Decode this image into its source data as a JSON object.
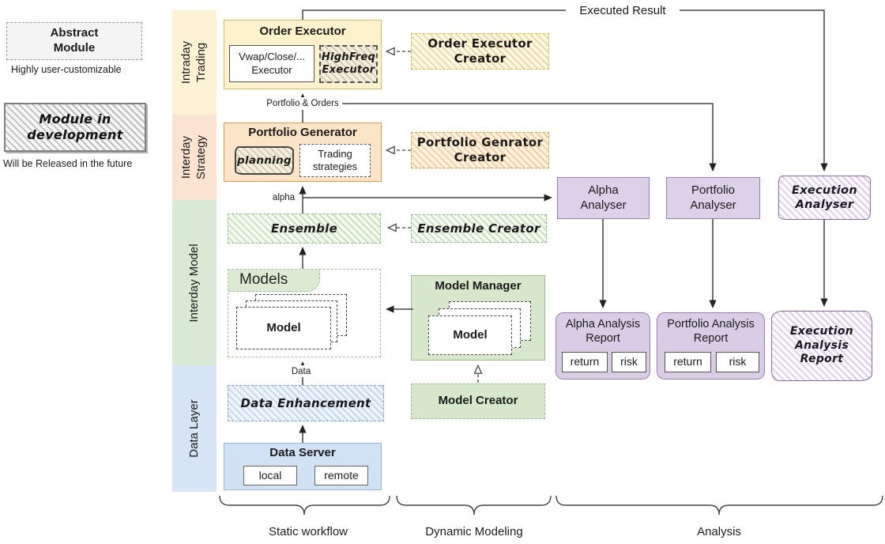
{
  "legend": {
    "abstract_title": "Abstract\nModule",
    "abstract_caption": "Highly user-customizable",
    "dev_title": "Module in\ndevelopment",
    "dev_caption": "Will be Released in the future"
  },
  "bands": {
    "intraday_trading": "Intraday\nTrading",
    "interday_strategy": "Interday\nStrategy",
    "interday_model": "Interday Model",
    "data_layer": "Data Layer"
  },
  "workflow": {
    "order_executor": {
      "title": "Order Executor",
      "vwap_executor": "Vwap/Close/...\nExecutor",
      "highfreq_executor": "HighFreq\nExecutor"
    },
    "order_executor_creator": "Order Executor\nCreator",
    "portfolio_generator": {
      "title": "Portfolio Generator",
      "planning": "planning",
      "trading_strategies": "Trading\nstrategies"
    },
    "portfolio_generator_creator": "Portfolio Genrator\nCreator",
    "ensemble": "Ensemble",
    "ensemble_creator": "Ensemble Creator",
    "models": {
      "tab": "Models",
      "model": "Model"
    },
    "model_manager": {
      "title": "Model Manager",
      "model": "Model"
    },
    "model_creator": "Model Creator",
    "data_enhancement": "Data Enhancement",
    "data_server": {
      "title": "Data Server",
      "local": "local",
      "remote": "remote"
    }
  },
  "analysis": {
    "alpha_analyser": "Alpha\nAnalyser",
    "portfolio_analyser": "Portfolio\nAnalyser",
    "execution_analyser": "Execution\nAnalyser",
    "alpha_report": {
      "title": "Alpha Analysis\nReport",
      "return_label": "return",
      "risk_label": "risk"
    },
    "portfolio_report": {
      "title": "Portfolio Analysis\nReport",
      "return_label": "return",
      "risk_label": "risk"
    },
    "execution_report": "Execution\nAnalysis\nReport"
  },
  "edges": {
    "executed_result": "Executed Result",
    "portfolio_orders": "Portfolio & Orders",
    "alpha": "alpha",
    "data": "Data"
  },
  "groups": {
    "static_workflow": "Static workflow",
    "dynamic_modeling": "Dynamic Modeling",
    "analysis": "Analysis"
  },
  "colors": {
    "band_yellow": "#fdf3d4",
    "band_peach": "#fbe3d2",
    "band_green": "#d9e9d6",
    "band_blue": "#d6e4f6",
    "yellow_fill": "#fdf2cb",
    "peach_fill": "#fce5c7",
    "green_fill": "#d6e7cb",
    "blue_fill": "#d2e2f5",
    "purple_fill": "#ddd1e9",
    "purple_border": "#9a7fb5",
    "line_color": "#222222"
  }
}
